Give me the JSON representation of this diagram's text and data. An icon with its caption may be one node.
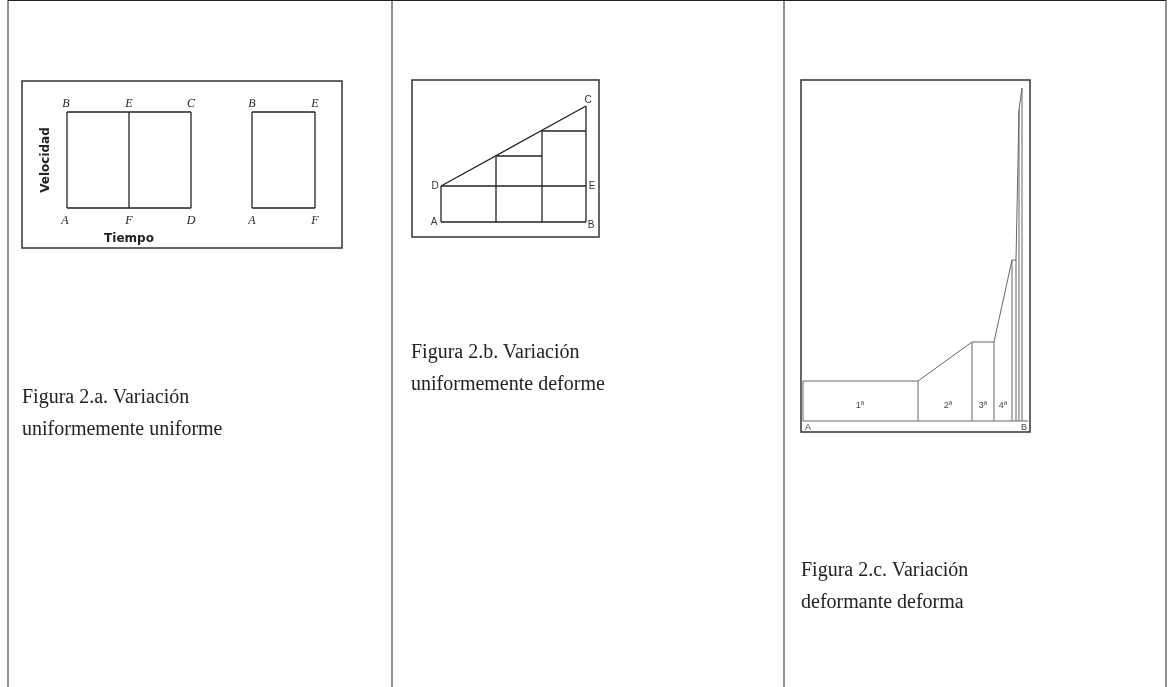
{
  "diagram": {
    "labels": [
      "B",
      "E",
      "C",
      "B",
      "E",
      "A",
      "F",
      "D",
      "A",
      "F",
      "Velocidad",
      "Tiempo",
      "Figura 2.a. Variación uniformemente uniforme",
      "C",
      "D",
      "E",
      "A",
      "B",
      "Figura 2.b. Variación uniformemente deforme",
      "1ª",
      "2ª",
      "3ª",
      "4ª",
      "A",
      "B",
      "Figura 2.c. Variación deformante deforma"
    ]
  }
}
